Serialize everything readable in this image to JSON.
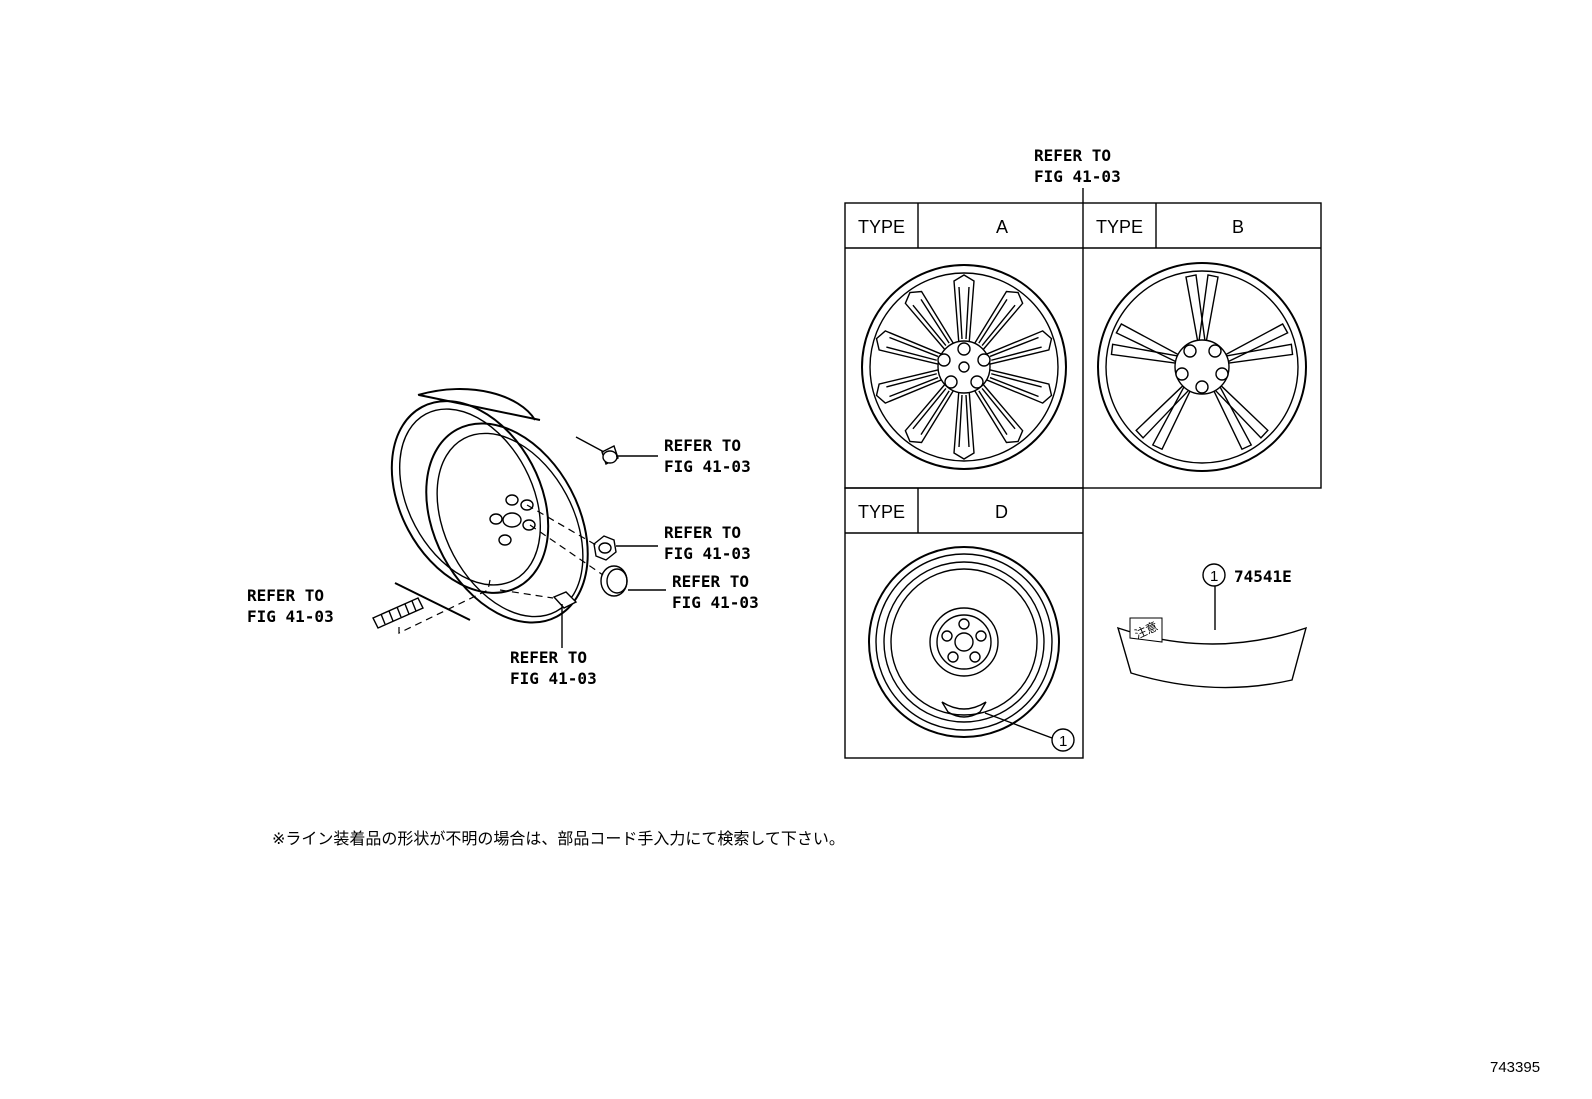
{
  "callouts": {
    "refer_line1": "REFER TO",
    "refer_line2": "FIG 41-03"
  },
  "table": {
    "type_label": "TYPE",
    "type_a": "A",
    "type_b": "B",
    "type_d": "D"
  },
  "part": {
    "marker": "1",
    "number": "74541E",
    "label_text": "注意"
  },
  "footnote": "※ライン装着品の形状が不明の場合は、部品コード手入力にて検索して下さい。",
  "diagram_id": "743395"
}
